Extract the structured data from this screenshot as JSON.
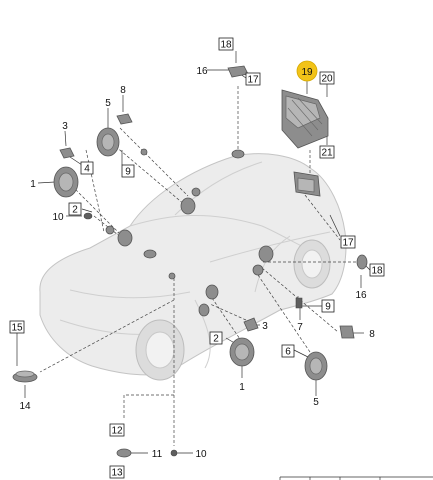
{
  "callouts": {
    "n18a": "18",
    "n16a": "16",
    "n17a": "17",
    "n19": "19",
    "n20": "20",
    "n21": "21",
    "n8a": "8",
    "n5a": "5",
    "n3a": "3",
    "n4a": "4",
    "n9a": "9",
    "n1a": "1",
    "n10a": "10",
    "n2a": "2",
    "n17b": "17",
    "n18b": "18",
    "n16b": "16",
    "n9b": "9",
    "n3b": "3",
    "n7": "7",
    "n8b": "8",
    "n2b": "2",
    "n1b": "1",
    "n6": "6",
    "n5b": "5",
    "n15": "15",
    "n14": "14",
    "n12": "12",
    "n11": "11",
    "n10b": "10",
    "n13": "13"
  },
  "colors": {
    "highlight": "#f2c318",
    "car_body": "#ececec",
    "parts": "#8d8d8d"
  }
}
